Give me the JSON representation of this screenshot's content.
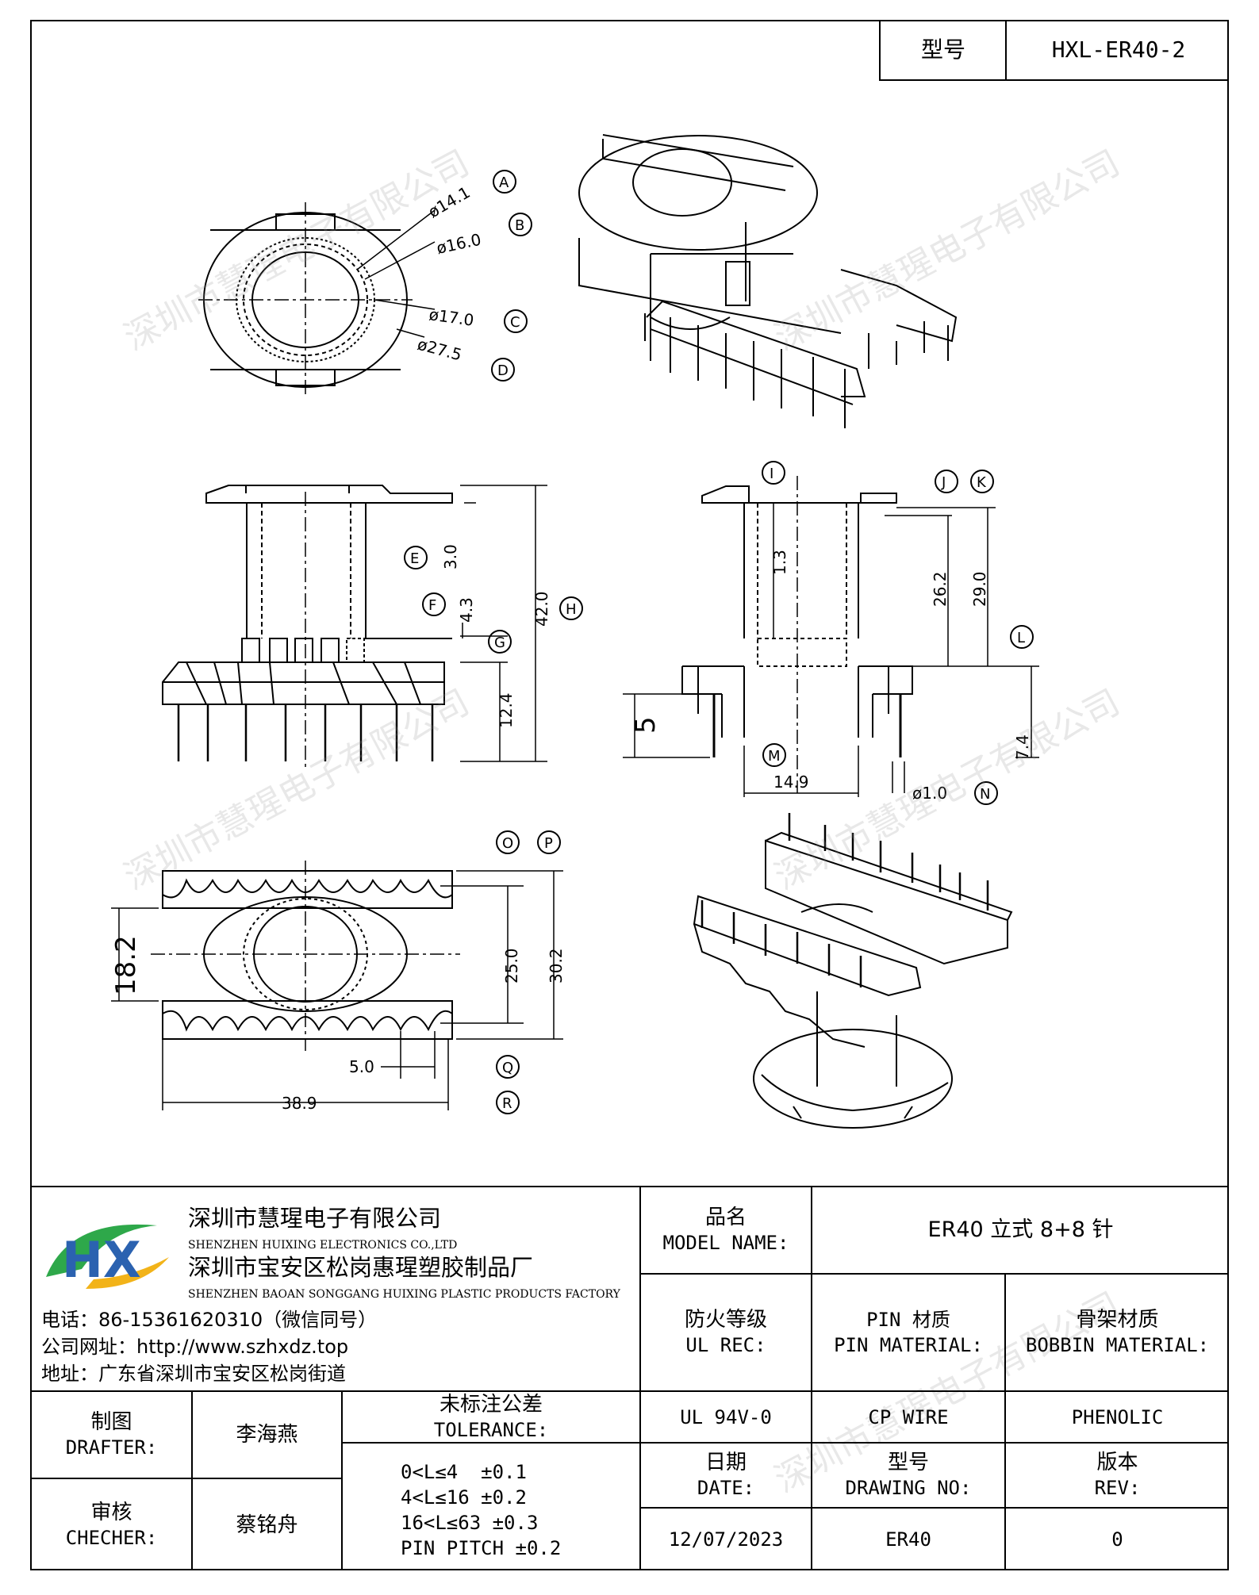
{
  "header": {
    "model_label": "型号",
    "model_value": "HXL-ER40-2"
  },
  "dims": {
    "top": {
      "d14": "ø14.1",
      "d16": "ø16.0",
      "d17": "ø17.0",
      "d27": "ø27.5",
      "A": "A",
      "B": "B",
      "C": "C",
      "D": "D"
    },
    "front": {
      "e": "3.0",
      "f": "4.3",
      "h": "42.0",
      "g": "12.4",
      "E": "E",
      "F": "F",
      "G": "G",
      "H": "H"
    },
    "side": {
      "i": "1.3",
      "j": "26.2",
      "k": "29.0",
      "s": "5",
      "m": "14.9",
      "n": "ø1.0",
      "l": "7.4",
      "I": "I",
      "J": "J",
      "K": "K",
      "L": "L",
      "M": "M",
      "N": "N"
    },
    "bottom": {
      "r": "18.2",
      "o": "25.0",
      "p": "30.2",
      "q": "5.0",
      "w": "38.9",
      "O": "O",
      "P": "P",
      "Q": "Q",
      "R": "R"
    }
  },
  "watermark": "深圳市慧瑆电子有限公司",
  "company": {
    "logo_text": "HX",
    "name_cn": "深圳市慧瑆电子有限公司",
    "name_en": "SHENZHEN HUIXING ELECTRONICS CO.,LTD",
    "factory_cn": "深圳市宝安区松岗惠瑆塑胶制品厂",
    "factory_en": "SHENZHEN BAOAN SONGGANG HUIXING PLASTIC PRODUCTS FACTORY",
    "phone": "电话：86-15361620310（微信同号）",
    "website": "公司网址：http://www.szhxdz.top",
    "address": "地址：广东省深圳市宝安区松岗街道"
  },
  "title_block": {
    "model_name_cn": "品名",
    "model_name_en": "MODEL NAME:",
    "model_name_value": "ER40 立式 8+8 针",
    "fire_cn": "防火等级",
    "fire_en": "UL REC:",
    "pin_cn": "PIN 材质",
    "pin_en": "PIN MATERIAL:",
    "bobbin_cn": "骨架材质",
    "bobbin_en": "BOBBIN MATERIAL:",
    "fire_value": "UL 94V-0",
    "pin_value": "CP WIRE",
    "bobbin_value": "PHENOLIC",
    "date_cn": "日期",
    "date_en": "DATE:",
    "dwg_cn": "型号",
    "dwg_en": "DRAWING NO:",
    "rev_cn": "版本",
    "rev_en": "REV:",
    "date_value": "12/07/2023",
    "dwg_value": "ER40",
    "rev_value": "0",
    "drafter_cn": "制图",
    "drafter_en": "DRAFTER:",
    "drafter_value": "李海燕",
    "checker_cn": "审核",
    "checker_en": "CHECHER:",
    "checker_value": "蔡铭舟",
    "tol_cn": "未标注公差",
    "tol_en": "TOLERANCE:",
    "tol_lines": [
      "0<L≤4  ±0.1",
      "4<L≤16 ±0.2",
      "16<L≤63 ±0.3",
      "PIN PITCH ±0.2"
    ]
  }
}
